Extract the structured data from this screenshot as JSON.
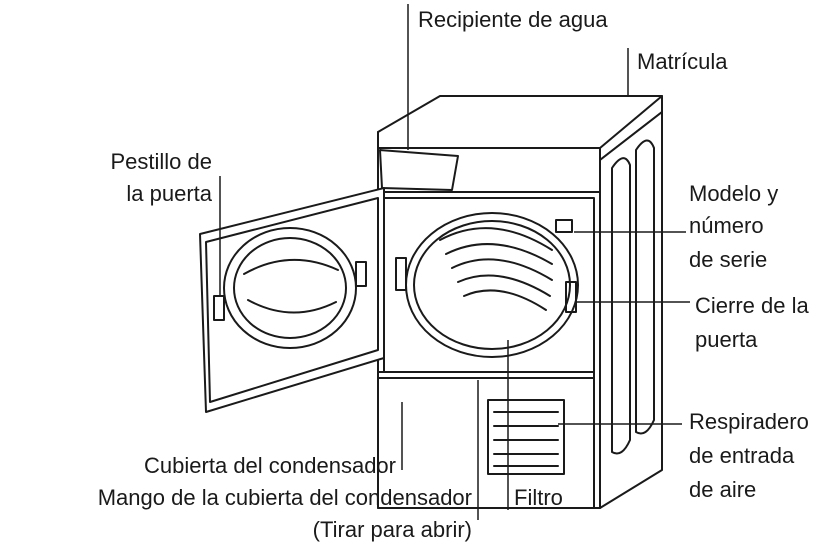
{
  "labels": {
    "water_container": "Recipiente de agua",
    "rating_plate": "Matrícula",
    "door_latch_1": "Pestillo de",
    "door_latch_2": "la puerta",
    "model_1": "Modelo y",
    "model_2": "número",
    "model_3": "de serie",
    "door_lock_1": "Cierre de la",
    "door_lock_2": "puerta",
    "air_vent_1": "Respiradero",
    "air_vent_2": "de entrada",
    "air_vent_3": "de aire",
    "condenser_cover": "Cubierta del condensador",
    "condenser_handle": "Mango de la cubierta del condensador",
    "pull_to_open": "(Tirar para abrir)",
    "filter": "Filtro"
  },
  "colors": {
    "line": "#1a1a1a",
    "fill": "#ffffff",
    "shade": "#d8d8d8"
  }
}
